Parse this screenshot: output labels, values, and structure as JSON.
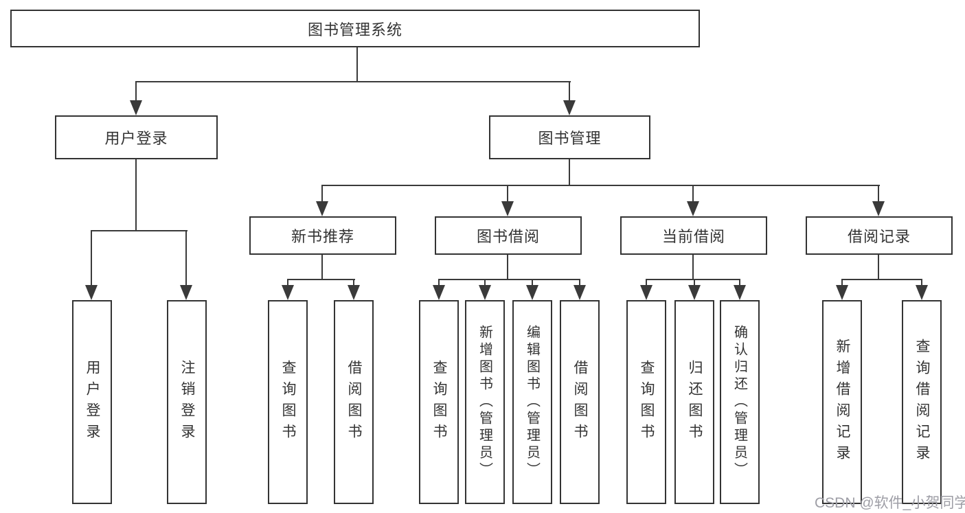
{
  "diagram": {
    "root": "图书管理系统",
    "level2": {
      "user_login": "用户登录",
      "book_mgmt": "图书管理"
    },
    "level3": {
      "new_books": "新书推荐",
      "book_borrow": "图书借阅",
      "current_borrow": "当前借阅",
      "borrow_records": "借阅记录"
    },
    "leaves": {
      "user_login": [
        "用户登录",
        "注销登录"
      ],
      "new_books": [
        "查询图书",
        "借阅图书"
      ],
      "book_borrow": [
        "查询图书",
        "新增图书（管理员）",
        "编辑图书（管理员）",
        "借阅图书"
      ],
      "current_borrow": [
        "查询图书",
        "归还图书",
        "确认归还（管理员）"
      ],
      "borrow_records": [
        "新增借阅记录",
        "查询借阅记录"
      ]
    }
  },
  "watermark": "CSDN @软件_小贺同学",
  "colors": {
    "background": "#ffffff",
    "border": "#333333",
    "line": "#3a3a3a",
    "text": "#333333",
    "watermark": "#9e9ea6"
  }
}
